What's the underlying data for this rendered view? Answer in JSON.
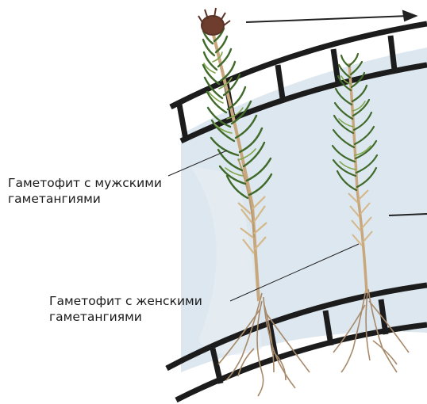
{
  "labels": {
    "male": {
      "line1": "Гаметофит с мужскими",
      "line2": "гаметангиями"
    },
    "female": {
      "line1": "Гаметофит с женскими",
      "line2": "гаметангиями"
    }
  },
  "colors": {
    "background": "#ffffff",
    "water": "#dbe6ee",
    "film_strip": "#1c1c1c",
    "leaf_dark": "#3f6a2a",
    "leaf_light": "#7fa64a",
    "stem": "#c9a77c",
    "rhizoids": "#a88a6a",
    "capsule": "#5a3328",
    "arrow": "#222222"
  }
}
